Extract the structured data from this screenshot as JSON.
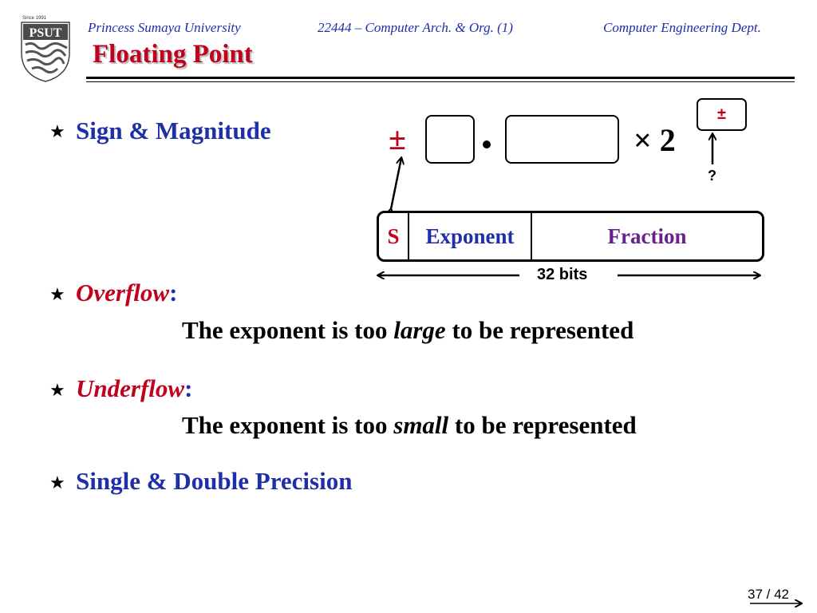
{
  "header": {
    "university": "Princess Sumaya University",
    "course": "22444 – Computer Arch. & Org. (1)",
    "department": "Computer Engineering Dept.",
    "title": "Floating Point"
  },
  "logo": {
    "tagline": "Since 1991",
    "acronym": "PSUT"
  },
  "bullets": {
    "sign_magnitude": "Sign & Magnitude",
    "overflow_term": "Overflow",
    "overflow_colon": ":",
    "overflow_pre": "The exponent is too ",
    "overflow_em": "large",
    "overflow_post": " to be represented",
    "underflow_term": "Underflow",
    "underflow_colon": ":",
    "underflow_pre": "The exponent is too ",
    "underflow_em": "small",
    "underflow_post": " to be represented",
    "precision": "Single & Double Precision"
  },
  "diagram": {
    "sign_symbol": "±",
    "times_two": "× 2",
    "exponent_sign": "±",
    "question": "?",
    "field_s": "S",
    "field_exponent": "Exponent",
    "field_fraction": "Fraction",
    "width_label": "32 bits"
  },
  "footer": {
    "page": "37 / 42"
  },
  "colors": {
    "blue": "#1f2fa8",
    "red": "#c0001c",
    "purple": "#6a1f8f"
  }
}
